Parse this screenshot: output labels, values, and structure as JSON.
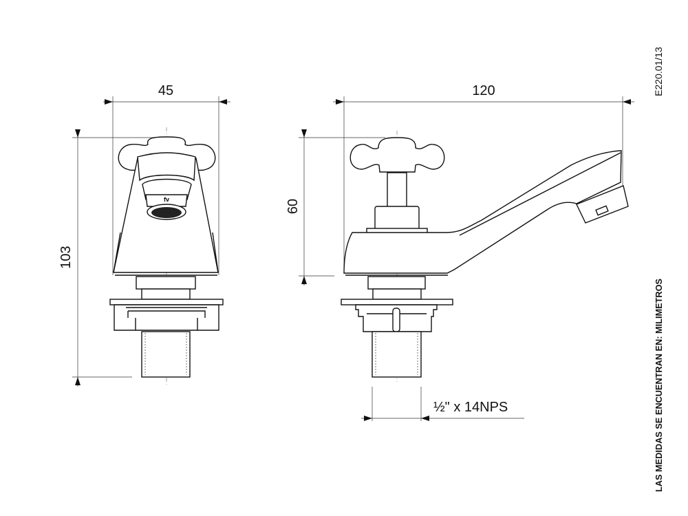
{
  "drawing_code": "E220.01/13",
  "units_note": "LAS MEDIDAS SE ENCUENTRAN EN: MILIMETROS",
  "front_view": {
    "width_label": "45",
    "height_label": "103",
    "logo_text": "fv"
  },
  "side_view": {
    "length_label": "120",
    "height_label": "60",
    "thread_label": "½\" x 14NPS"
  }
}
